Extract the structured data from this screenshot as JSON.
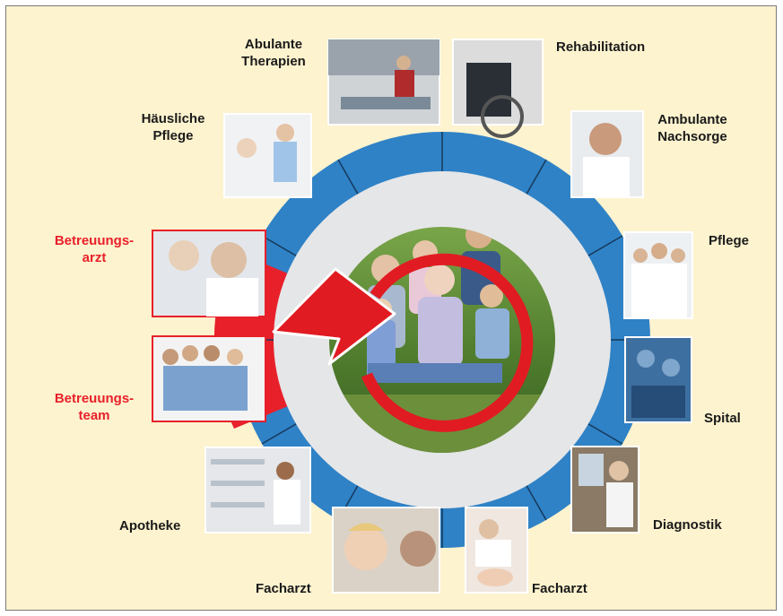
{
  "title": "",
  "center_label": "",
  "nodes": [
    {
      "id": "abulante-therapien",
      "line1": "Abulante",
      "line2": "Therapien",
      "highlight": false,
      "photo": "physiotherapy-gym-photo"
    },
    {
      "id": "rehabilitation",
      "line1": "Rehabilitation",
      "line2": "",
      "highlight": false,
      "photo": "wheelchair-laptop-photo"
    },
    {
      "id": "ambulante-nachsorge",
      "line1": "Ambulante",
      "line2": "Nachsorge",
      "highlight": false,
      "photo": "nurse-stethoscope-photo"
    },
    {
      "id": "pflege",
      "line1": "Pflege",
      "line2": "",
      "highlight": false,
      "photo": "care-staff-group-photo"
    },
    {
      "id": "spital",
      "line1": "Spital",
      "line2": "",
      "highlight": false,
      "photo": "surgeons-operating-photo"
    },
    {
      "id": "diagnostik",
      "line1": "Diagnostik",
      "line2": "",
      "highlight": false,
      "photo": "doctor-xray-photo"
    },
    {
      "id": "facharzt-right",
      "line1": "Facharzt",
      "line2": "",
      "highlight": false,
      "photo": "doctor-examining-baby-photo"
    },
    {
      "id": "facharzt-left",
      "line1": "Facharzt",
      "line2": "",
      "highlight": false,
      "photo": "ear-examination-child-photo"
    },
    {
      "id": "apotheke",
      "line1": "Apotheke",
      "line2": "",
      "highlight": false,
      "photo": "pharmacist-shelves-photo"
    },
    {
      "id": "betreuungsteam",
      "line1": "Betreuungs-",
      "line2": "team",
      "highlight": true,
      "photo": "medical-team-photo"
    },
    {
      "id": "betreuungsarzt",
      "line1": "Betreuungs-",
      "line2": "arzt",
      "highlight": true,
      "photo": "physician-patient-photo"
    },
    {
      "id": "haeusliche-pflege",
      "line1": "Häusliche",
      "line2": "Pflege",
      "highlight": false,
      "photo": "home-care-nurse-photo"
    }
  ],
  "center_photo": "multigenerational-family-photo",
  "colors": {
    "background": "#fdf3cf",
    "ring_blue": "#2f82c6",
    "ring_red": "#e8202a",
    "inner_ring": "#e5e6e8",
    "arrow_red": "#e11b22",
    "highlight_text": "#e8202a"
  }
}
